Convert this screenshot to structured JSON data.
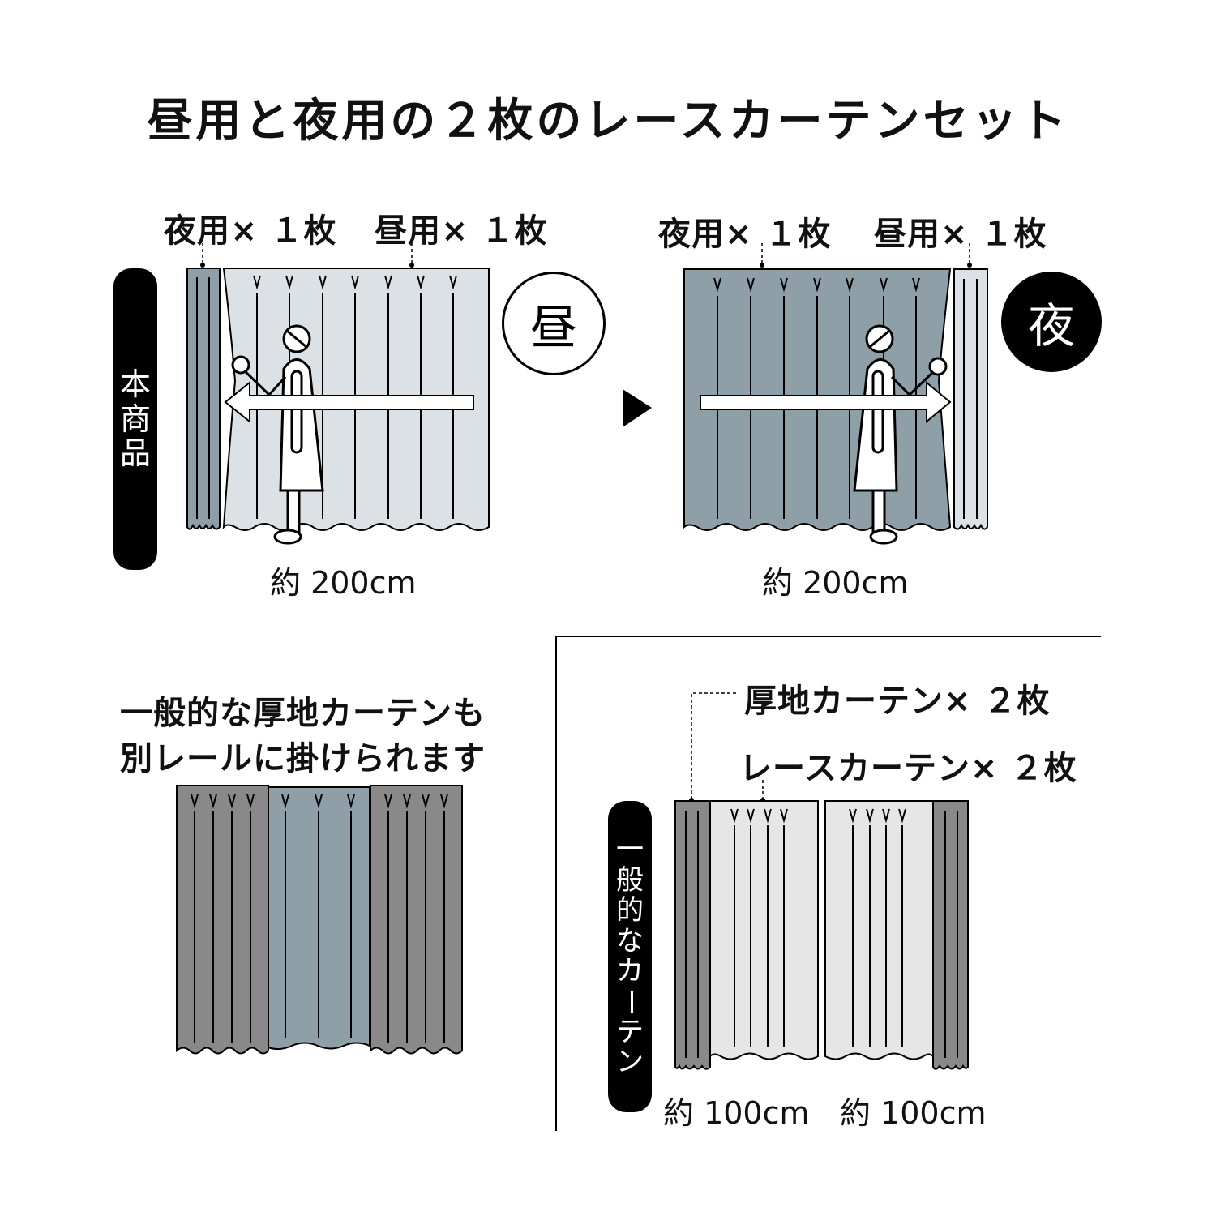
{
  "title": "昼用と夜用の２枚のレースカーテンセット",
  "colors": {
    "night_curtain": "#8f9fa8",
    "day_curtain": "#dbe1e5",
    "thick_curtain": "#898989",
    "lace_curtain": "#e6e6e6",
    "ink": "#000000"
  },
  "product_section": {
    "side_label": [
      "本",
      "商",
      "品"
    ],
    "day_panel": {
      "label_night": "夜用× １枚",
      "label_day": "昼用× １枚",
      "badge": "昼",
      "width": "約 200cm",
      "arrow_direction": "left"
    },
    "transition_icon": "play-triangle-icon",
    "night_panel": {
      "label_night": "夜用× １枚",
      "label_day": "昼用× １枚",
      "badge": "夜",
      "width": "約 200cm",
      "arrow_direction": "right"
    }
  },
  "separate_rail_section": {
    "message_line1": "一般的な厚地カーテンも",
    "message_line2": "別レールに掛けられます"
  },
  "general_section": {
    "side_label": [
      "一",
      "般",
      "的",
      "な",
      "カ",
      "ー",
      "テ",
      "ン"
    ],
    "label_thick": "厚地カーテン× ２枚",
    "label_lace": "レースカーテン× ２枚",
    "width_left": "約 100cm",
    "width_right": "約 100cm"
  }
}
